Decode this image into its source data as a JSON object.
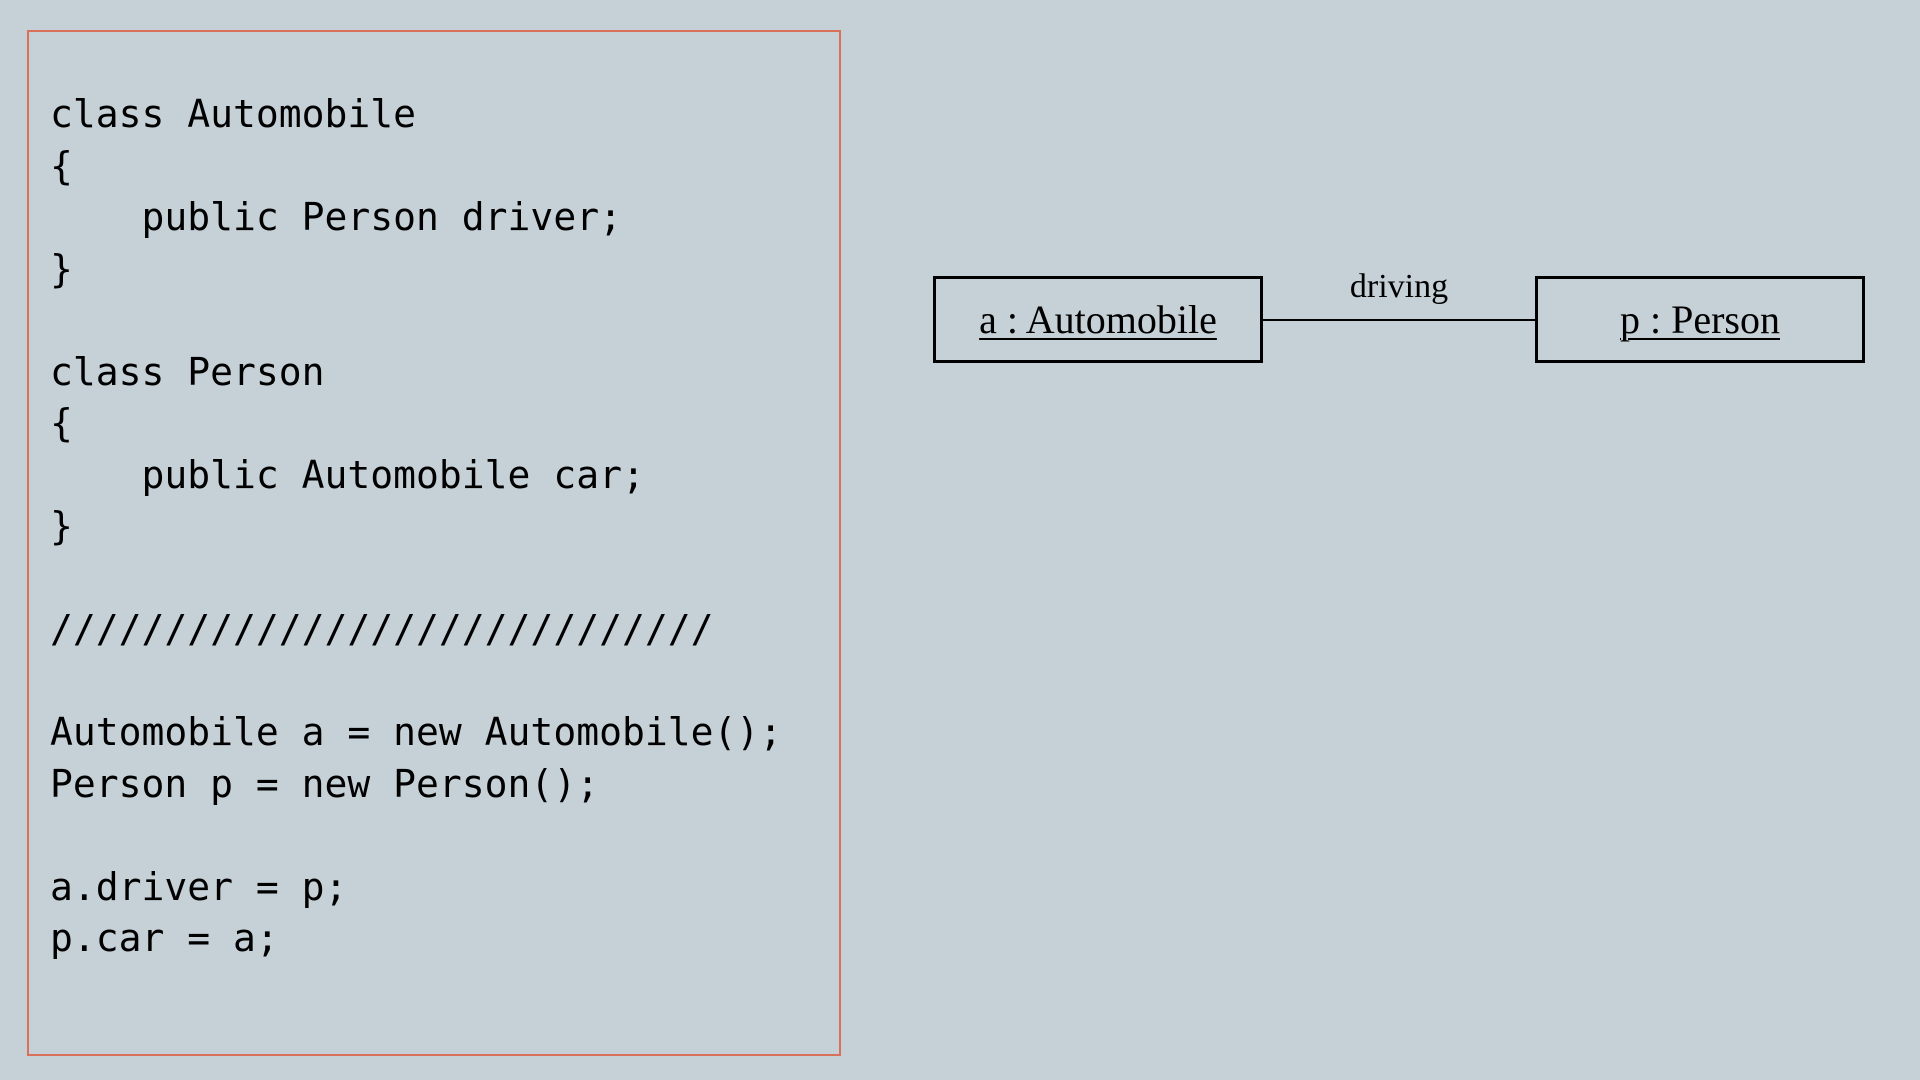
{
  "code": {
    "lines": [
      "",
      "class Automobile",
      "{",
      "    public Person driver;",
      "}",
      "",
      "class Person",
      "{",
      "    public Automobile car;",
      "}",
      "",
      "/////////////////////////////",
      "",
      "Automobile a = new Automobile();",
      "Person p = new Person();",
      "",
      "a.driver = p;",
      "p.car = a;"
    ]
  },
  "diagram": {
    "object_a": "a : Automobile",
    "object_p": "p : Person",
    "association_label": "driving"
  },
  "colors": {
    "background": "#c5d0d7",
    "panel_border": "#d9705c",
    "text": "#000000"
  }
}
